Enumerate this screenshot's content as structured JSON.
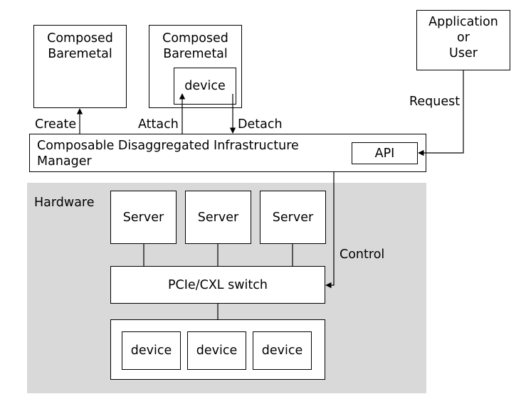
{
  "composed_baremetal_1": {
    "line1": "Composed",
    "line2": "Baremetal"
  },
  "composed_baremetal_2": {
    "line1": "Composed",
    "line2": "Baremetal",
    "device": "device"
  },
  "application": {
    "line1": "Application",
    "line2": "or",
    "line3": "User"
  },
  "manager": {
    "line1": "Composable Disaggregated Infrastructure",
    "line2": "Manager",
    "api": "API"
  },
  "edges": {
    "create": "Create",
    "attach": "Attach",
    "detach": "Detach",
    "request": "Request",
    "control": "Control"
  },
  "hardware": {
    "title": "Hardware",
    "servers": [
      "Server",
      "Server",
      "Server"
    ],
    "switch": "PCIe/CXL switch",
    "devices": [
      "device",
      "device",
      "device"
    ]
  },
  "colors": {
    "hardware_bg": "#d9d9d9",
    "line": "#000000",
    "box_fill": "#ffffff"
  }
}
